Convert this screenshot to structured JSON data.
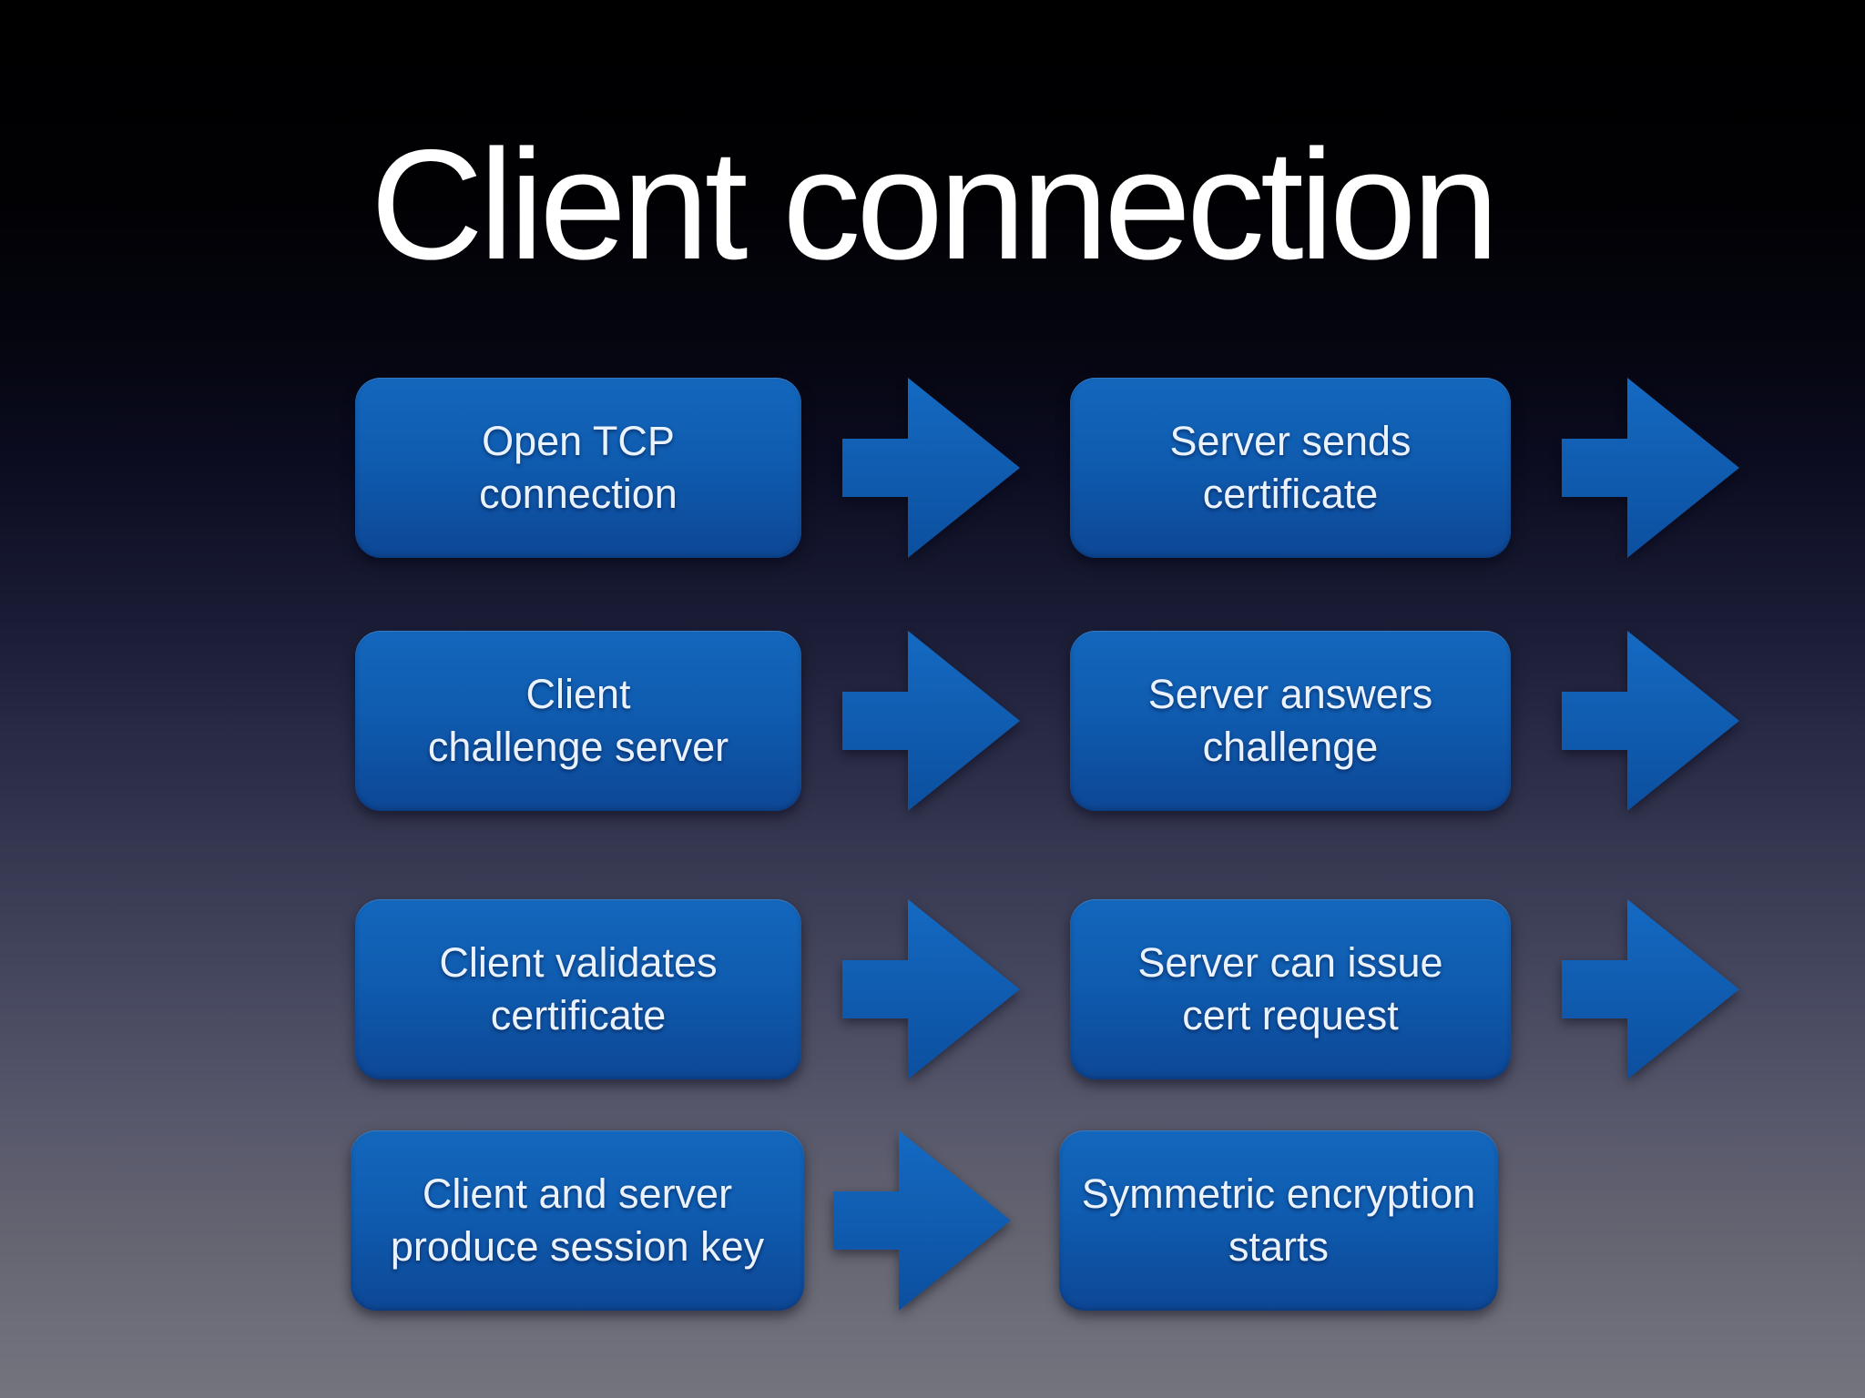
{
  "slide": {
    "title": "Client connection",
    "steps": [
      {
        "client": {
          "line1": "Open TCP",
          "line2": "connection"
        },
        "server": {
          "line1": "Server sends",
          "line2": "certificate"
        },
        "has_trailing_arrow": true
      },
      {
        "client": {
          "line1": "Client",
          "line2": "challenge server"
        },
        "server": {
          "line1": "Server answers",
          "line2": "challenge"
        },
        "has_trailing_arrow": true
      },
      {
        "client": {
          "line1": "Client validates",
          "line2": "certificate"
        },
        "server": {
          "line1": "Server can issue",
          "line2": "cert request"
        },
        "has_trailing_arrow": true
      },
      {
        "client": {
          "line1": "Client and server",
          "line2": "produce session key"
        },
        "server": {
          "line1": "Symmetric encryption",
          "line2": "starts"
        },
        "has_trailing_arrow": false
      }
    ],
    "colors": {
      "background_top": "#000000",
      "background_bottom": "#74747e",
      "box_gradient_top": "#1367bd",
      "box_gradient_bottom": "#0d4795",
      "arrow_fill_top": "#146ac2",
      "arrow_fill_bottom": "#0c4f9f",
      "box_text": "#eaf2fd",
      "title_text": "#ffffff"
    }
  }
}
